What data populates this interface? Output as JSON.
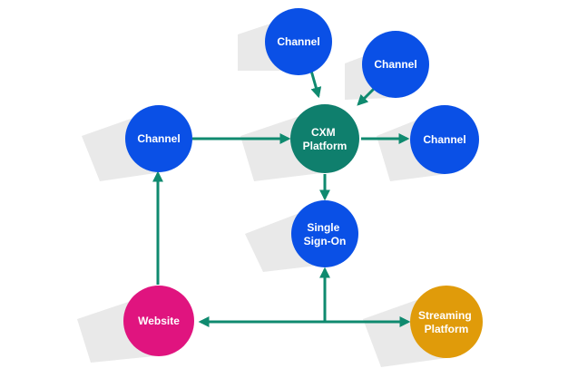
{
  "colors": {
    "channel": "#0a50e6",
    "cxm": "#0f7f6d",
    "sso": "#0a50e6",
    "website": "#e0147f",
    "streaming": "#e09b0a",
    "connector": "#0f8a6f",
    "shadow": "#e9e9e9"
  },
  "nodes": {
    "channel_top": {
      "label_lines": [
        "Channel"
      ],
      "icon": "circle"
    },
    "channel_top_right": {
      "label_lines": [
        "Channel"
      ],
      "icon": "circle"
    },
    "channel_left": {
      "label_lines": [
        "Channel"
      ],
      "icon": "circle"
    },
    "cxm_platform": {
      "label_lines": [
        "CXM",
        "Platform"
      ],
      "icon": "circle"
    },
    "channel_right": {
      "label_lines": [
        "Channel"
      ],
      "icon": "circle"
    },
    "single_sign_on": {
      "label_lines": [
        "Single",
        "Sign-On"
      ],
      "icon": "circle"
    },
    "website": {
      "label_lines": [
        "Website"
      ],
      "icon": "circle"
    },
    "streaming_platform": {
      "label_lines": [
        "Streaming",
        "Platform"
      ],
      "icon": "circle"
    }
  },
  "edges": [
    {
      "from": "channel_top",
      "to": "cxm_platform",
      "arrow": "end"
    },
    {
      "from": "channel_top_right",
      "to": "cxm_platform",
      "arrow": "end"
    },
    {
      "from": "channel_left",
      "to": "cxm_platform",
      "arrow": "end"
    },
    {
      "from": "cxm_platform",
      "to": "channel_right",
      "arrow": "end"
    },
    {
      "from": "cxm_platform",
      "to": "single_sign_on",
      "arrow": "end"
    },
    {
      "from": "website",
      "to": "channel_left",
      "arrow": "end"
    },
    {
      "from": "website",
      "to": "streaming_platform",
      "arrow": "both"
    },
    {
      "from": "website_streaming_bus",
      "to": "single_sign_on",
      "arrow": "end"
    }
  ]
}
